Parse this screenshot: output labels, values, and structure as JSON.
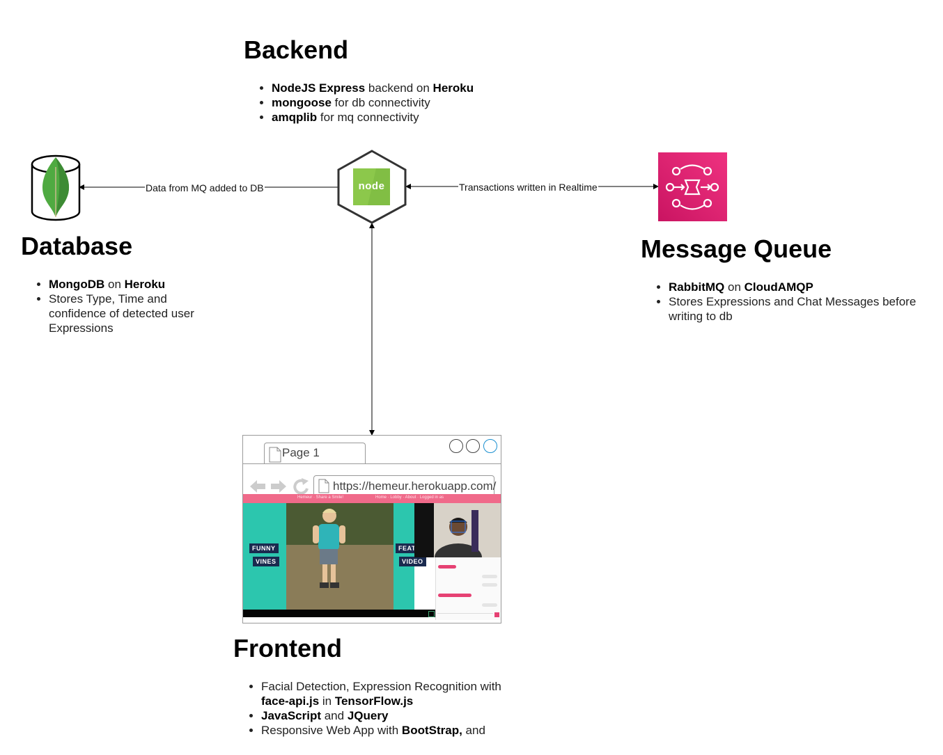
{
  "backend": {
    "title": "Backend",
    "bullets": [
      {
        "parts": [
          {
            "b": true,
            "t": "NodeJS Express"
          },
          {
            "b": false,
            "t": "  backend on "
          },
          {
            "b": true,
            "t": "Heroku"
          }
        ]
      },
      {
        "parts": [
          {
            "b": true,
            "t": "mongoose"
          },
          {
            "b": false,
            "t": " for db connectivity"
          }
        ]
      },
      {
        "parts": [
          {
            "b": true,
            "t": "amqplib"
          },
          {
            "b": false,
            "t": " for mq connectivity"
          }
        ]
      }
    ],
    "icon": "nodejs-hexagon-icon",
    "icon_text": "node"
  },
  "database": {
    "title": "Database",
    "bullets": [
      {
        "parts": [
          {
            "b": true,
            "t": "MongoDB"
          },
          {
            "b": false,
            "t": " on "
          },
          {
            "b": true,
            "t": "Heroku"
          }
        ]
      },
      {
        "parts": [
          {
            "b": false,
            "t": "Stores Type, Time and confidence of detected user Expressions"
          }
        ]
      }
    ],
    "icon": "mongodb-leaf-cylinder-icon"
  },
  "message_queue": {
    "title": "Message Queue",
    "bullets": [
      {
        "parts": [
          {
            "b": true,
            "t": "RabbitMQ"
          },
          {
            "b": false,
            "t": " on "
          },
          {
            "b": true,
            "t": "CloudAMQP"
          }
        ]
      },
      {
        "parts": [
          {
            "b": false,
            "t": "Stores Expressions and Chat Messages before writing to db"
          }
        ]
      }
    ],
    "icon": "message-queue-icon",
    "icon_color": "#e7157b"
  },
  "frontend": {
    "title": "Frontend",
    "bullets": [
      {
        "parts": [
          {
            "b": false,
            "t": "Facial Detection, Expression Recognition with "
          },
          {
            "b": true,
            "t": "face-api.js"
          },
          {
            "b": false,
            "t": " in "
          },
          {
            "b": true,
            "t": "TensorFlow.js"
          }
        ]
      },
      {
        "parts": [
          {
            "b": true,
            "t": "JavaScript"
          },
          {
            "b": false,
            "t": " and "
          },
          {
            "b": true,
            "t": "JQuery"
          }
        ]
      },
      {
        "parts": [
          {
            "b": false,
            "t": "Responsive Web App with "
          },
          {
            "b": true,
            "t": "BootStrap,"
          },
          {
            "b": false,
            "t": " and"
          }
        ]
      }
    ],
    "browser": {
      "tab_label": "Page 1",
      "url": "https://hemeur.herokuapp.com/",
      "left_video_labels": [
        "FUNNY",
        "VINES"
      ],
      "right_video_labels": [
        "FEAT",
        "VIDEO"
      ]
    }
  },
  "edges": {
    "backend_to_db": "Data from MQ added to DB",
    "backend_mq": "Transactions written in Realtime"
  },
  "colors": {
    "node_green": "#8cc84b",
    "mongo_green": "#4faa41",
    "site_pink": "#f06a8a",
    "teal": "#2cc6ae"
  }
}
